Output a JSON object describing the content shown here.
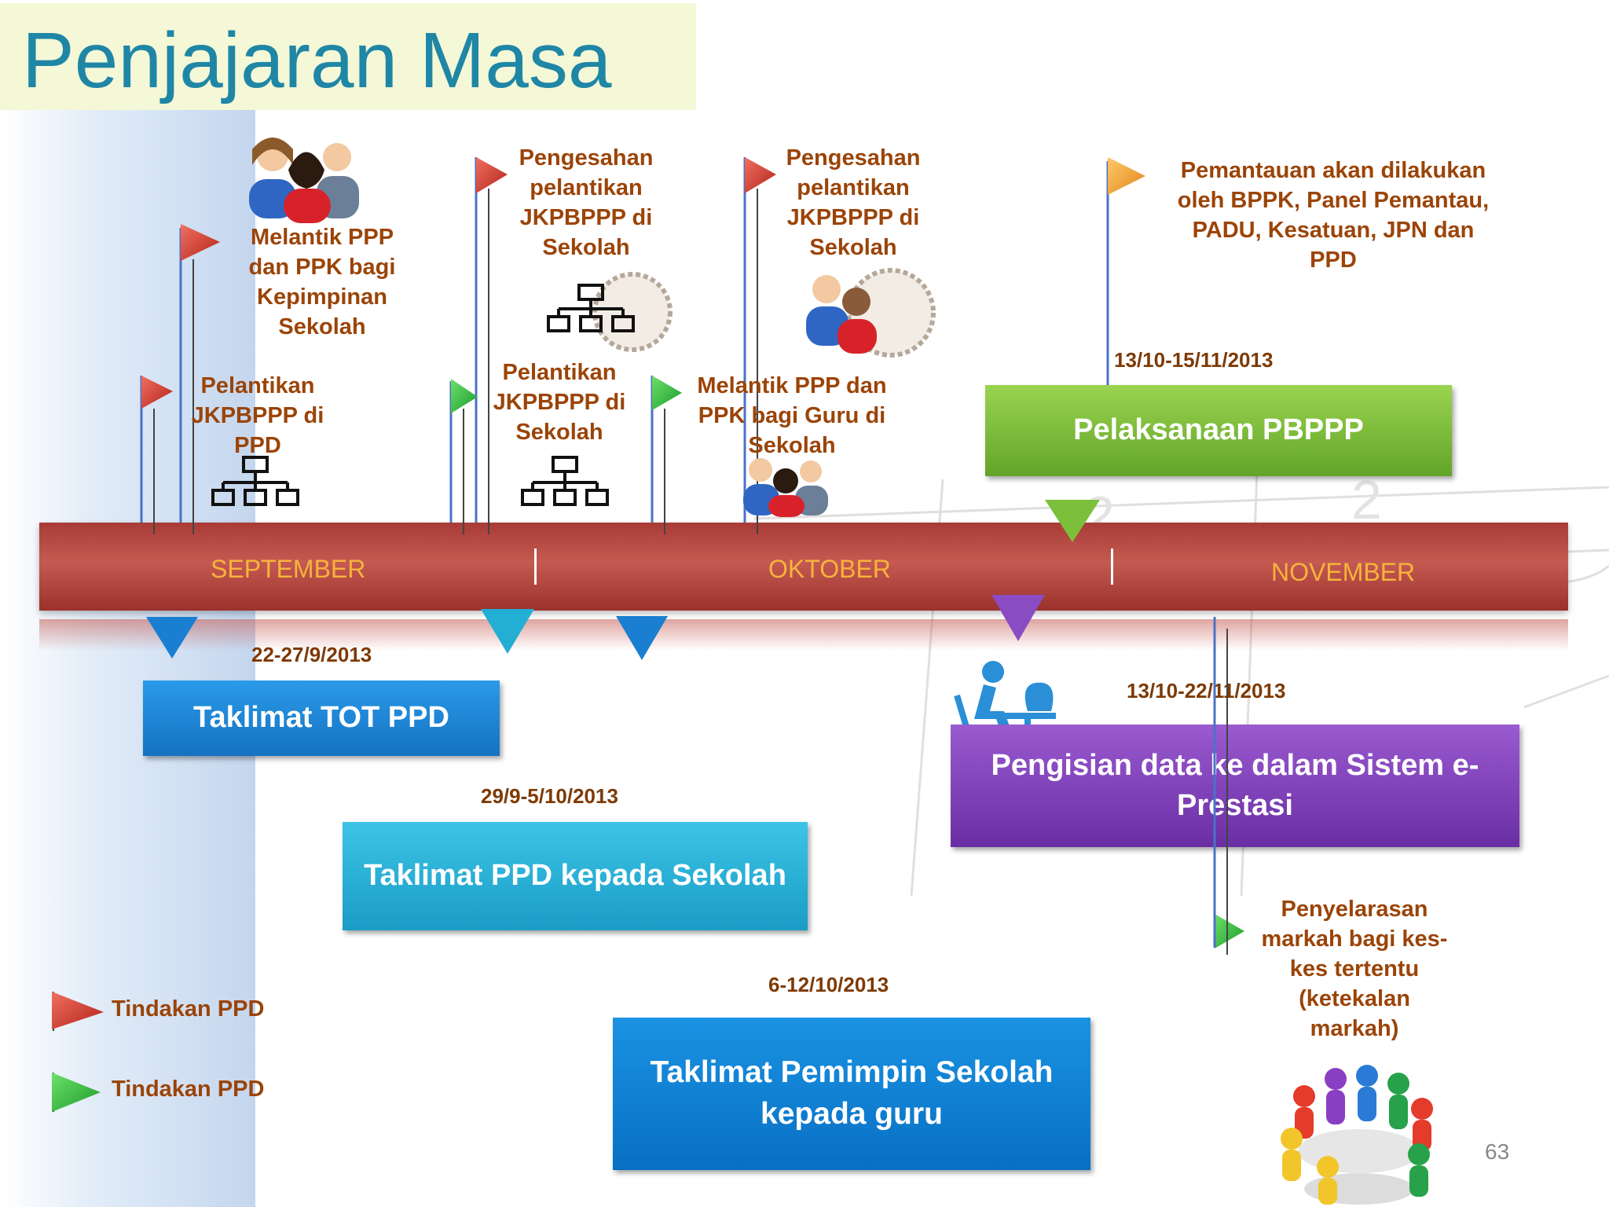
{
  "slide": {
    "title": "Penjajaran Masa",
    "page_number": "63"
  },
  "timeline": {
    "months": [
      "SEPTEMBER",
      "OKTOBER",
      "NOVEMBER"
    ]
  },
  "flags_top": [
    {
      "id": "melantik-ppp-ppk-kepimpinan",
      "text": "Melantik PPP\ndan PPK bagi\nKepimpinan\nSekolah",
      "flag_color": "red"
    },
    {
      "id": "pelantikan-jkpbppp-ppd",
      "text": "Pelantikan\nJKPBPPP di\nPPD",
      "flag_color": "red"
    },
    {
      "id": "pengesahan-1",
      "text": "Pengesahan\npelantikan\nJKPBPPP di\nSekolah",
      "flag_color": "red"
    },
    {
      "id": "pelantikan-jkpbppp-sekolah",
      "text": "Pelantikan\nJKPBPPP di\nSekolah",
      "flag_color": "green"
    },
    {
      "id": "pengesahan-2",
      "text": "Pengesahan\npelantikan\nJKPBPPP di\nSekolah",
      "flag_color": "red"
    },
    {
      "id": "melantik-ppp-ppk-guru",
      "text": "Melantik PPP dan\nPPK bagi Guru di\nSekolah",
      "flag_color": "green"
    },
    {
      "id": "pemantauan",
      "text": "Pemantauan akan dilakukan\noleh BPPK, Panel Pemantau,\nPADU, Kesatuan, JPN dan\nPPD",
      "flag_color": "orange"
    },
    {
      "id": "penyelarasan",
      "text": "Penyelarasan\nmarkah bagi kes-\nkes tertentu\n(ketekalan\nmarkah)",
      "flag_color": "green"
    }
  ],
  "activities": [
    {
      "id": "taklimat-tot",
      "date": "22-27/9/2013",
      "text": "Taklimat TOT PPD",
      "color": "#1a7fd0"
    },
    {
      "id": "taklimat-ppd-sekolah",
      "date": "29/9-5/10/2013",
      "text": "Taklimat PPD kepada Sekolah",
      "color": "#23aed4"
    },
    {
      "id": "taklimat-pemimpin",
      "date": "6-12/10/2013",
      "text": "Taklimat Pemimpin Sekolah\nkepada guru",
      "color": "#0a7fd4"
    },
    {
      "id": "pelaksanaan",
      "date": "13/10-15/11/2013",
      "text": "Pelaksanaan PBPPP",
      "color": "#7bbf3a"
    },
    {
      "id": "pengisian",
      "date": "13/10-22/11/2013",
      "text": "Pengisian data ke dalam Sistem e-\nPrestasi",
      "color": "#7e3fb3"
    }
  ],
  "legend": [
    {
      "label": "Tindakan PPD",
      "flag_color": "red"
    },
    {
      "label": "Tindakan PPD",
      "flag_color": "green"
    }
  ],
  "icons": [
    "people-icon",
    "org-chart-icon",
    "accepted-stamp-icon",
    "computer-user-icon",
    "group-meeting-icon",
    "flag-icon"
  ]
}
